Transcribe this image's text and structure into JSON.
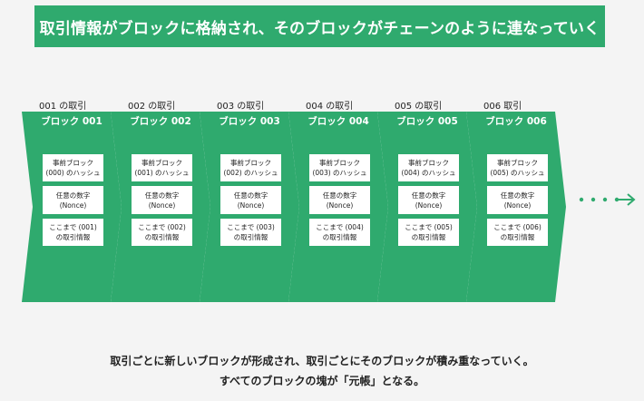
{
  "title": "取引情報がブロックに格納され、そのブロックがチェーンのように連なっていく",
  "colors": {
    "accent": "#2faa6e",
    "cell_bg": "#ffffff",
    "text": "#222222"
  },
  "blocks": [
    {
      "tx_label": "001 の取引",
      "name": "ブロック 001",
      "prev_hash": [
        "事前ブロック",
        "(000) のハッシュ"
      ],
      "nonce": [
        "任意の数字",
        "(Nonce)"
      ],
      "tx_info": [
        "ここまで (001)",
        "の取引情報"
      ]
    },
    {
      "tx_label": "002 の取引",
      "name": "ブロック 002",
      "prev_hash": [
        "事前ブロック",
        "(001) のハッシュ"
      ],
      "nonce": [
        "任意の数字",
        "(Nonce)"
      ],
      "tx_info": [
        "ここまで (002)",
        "の取引情報"
      ]
    },
    {
      "tx_label": "003 の取引",
      "name": "ブロック 003",
      "prev_hash": [
        "事前ブロック",
        "(002) のハッシュ"
      ],
      "nonce": [
        "任意の数字",
        "(Nonce)"
      ],
      "tx_info": [
        "ここまで (003)",
        "の取引情報"
      ]
    },
    {
      "tx_label": "004 の取引",
      "name": "ブロック 004",
      "prev_hash": [
        "事前ブロック",
        "(003) のハッシュ"
      ],
      "nonce": [
        "任意の数字",
        "(Nonce)"
      ],
      "tx_info": [
        "ここまで (004)",
        "の取引情報"
      ]
    },
    {
      "tx_label": "005 の取引",
      "name": "ブロック 005",
      "prev_hash": [
        "事前ブロック",
        "(004) のハッシュ"
      ],
      "nonce": [
        "任意の数字",
        "(Nonce)"
      ],
      "tx_info": [
        "ここまで (005)",
        "の取引情報"
      ]
    },
    {
      "tx_label": "006 取引",
      "name": "ブロック 006",
      "prev_hash": [
        "事前ブロック",
        "(005) のハッシュ"
      ],
      "nonce": [
        "任意の数字",
        "(Nonce)"
      ],
      "tx_info": [
        "ここまで (006)",
        "の取引情報"
      ]
    }
  ],
  "continuation_icon": "dotted-arrow-right-icon",
  "caption": [
    "取引ごとに新しいブロックが形成され、取引ごとにそのブロックが積み重なっていく。",
    "すべてのブロックの塊が「元帳」となる。"
  ]
}
